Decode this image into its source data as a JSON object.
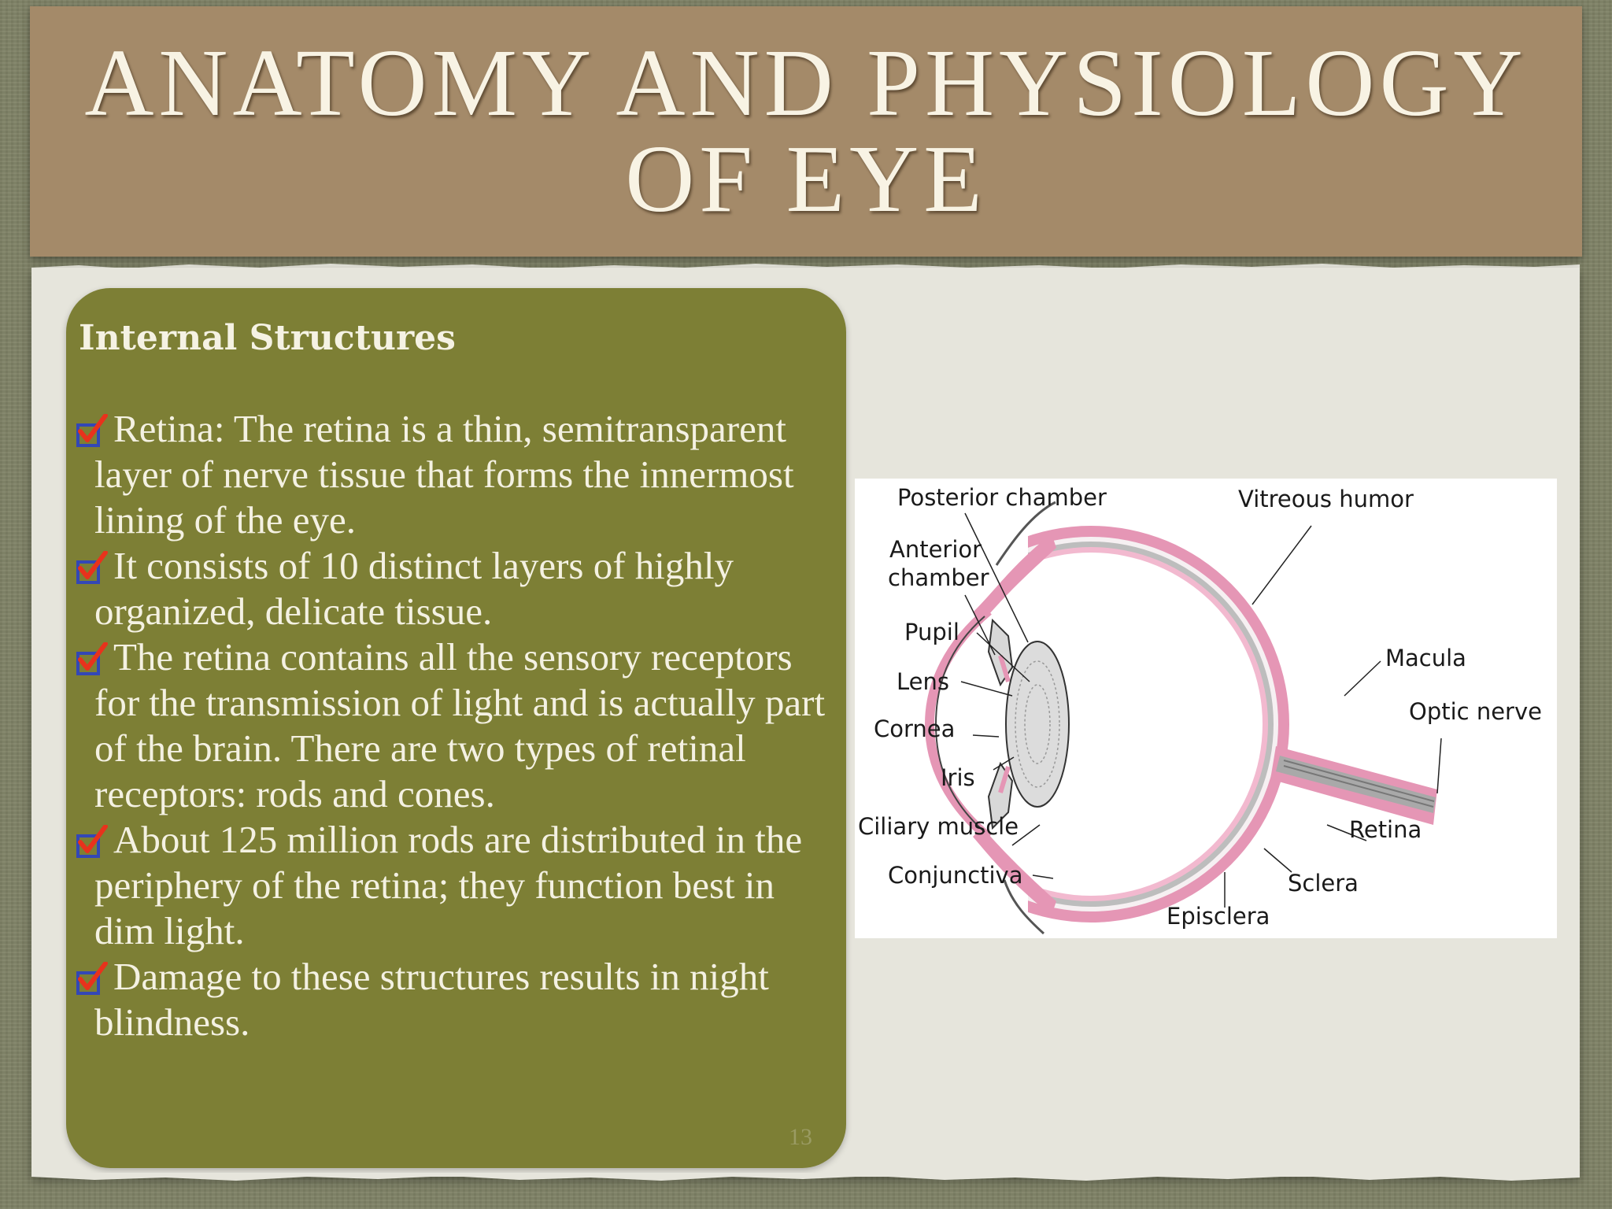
{
  "slide": {
    "title": "ANATOMY AND PHYSIOLOGY OF EYE",
    "section_heading": "Internal Structures",
    "bullets": [
      "Retina: The retina is a thin, semitransparent layer of nerve tissue that forms the innermost lining of the eye.",
      "It consists of 10 distinct layers of highly organized, delicate tissue.",
      "The retina contains all the sensory receptors for the transmission of light and is actually part of the brain. There are two types of retinal receptors: rods and cones.",
      "About 125 million rods are distributed in the periphery of the retina; they function best in dim light.",
      "Damage to these structures results in night blindness."
    ],
    "page_number": "13",
    "bullet_icon": "checkbox-check-icon"
  },
  "figure": {
    "labels": {
      "posterior_chamber": "Posterior chamber",
      "vitreous_humor": "Vitreous humor",
      "anterior_chamber_1": "Anterior",
      "anterior_chamber_2": "chamber",
      "pupil": "Pupil",
      "lens": "Lens",
      "cornea": "Cornea",
      "iris": "Iris",
      "ciliary_muscle": "Ciliary muscle",
      "conjunctiva": "Conjunctiva",
      "macula": "Macula",
      "optic_nerve": "Optic nerve",
      "retina": "Retina",
      "sclera": "Sclera",
      "episclera": "Episclera"
    }
  },
  "colors": {
    "title_banner": "#a48a69",
    "text_panel": "#7d7f35",
    "paper": "#e6e5dc",
    "check_red": "#e8321c",
    "check_box_blue": "#3347b6",
    "sclera_pink": "#e596b5"
  }
}
